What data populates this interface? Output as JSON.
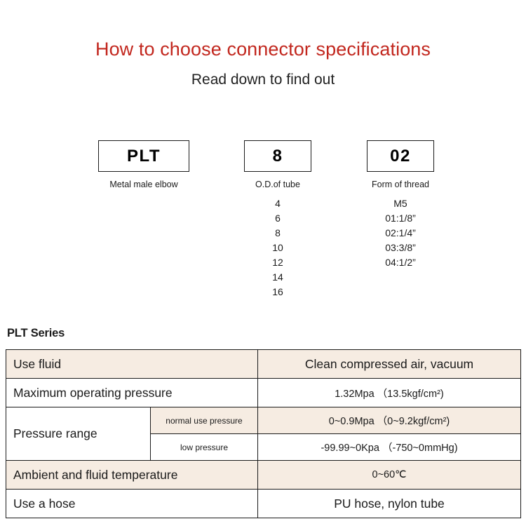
{
  "header": {
    "title": "How to choose connector specifications",
    "subtitle": "Read down to find out",
    "title_color": "#c2271e"
  },
  "code_builder": {
    "groups": [
      {
        "code": "PLT",
        "caption": "Metal male elbow",
        "options": []
      },
      {
        "code": "8",
        "caption": "O.D.of tube",
        "options": [
          "4",
          "6",
          "8",
          "10",
          "12",
          "14",
          "16"
        ]
      },
      {
        "code": "02",
        "caption": "Form of thread",
        "options": [
          "M5",
          "01:1/8”",
          "02:1/4”",
          "03:3/8”",
          "04:1/2”"
        ]
      }
    ]
  },
  "spec_section": {
    "heading": "PLT Series",
    "table": {
      "accent_color": "#f6ece2",
      "rows": [
        {
          "label": "Use fluid",
          "sub_label": null,
          "value": "Clean compressed air, vacuum",
          "shade": "beige"
        },
        {
          "label": "Maximum operating pressure",
          "sub_label": null,
          "value": "1.32Mpa （13.5kgf/cm²)",
          "shade": "white"
        },
        {
          "label": "Pressure range",
          "sub_label": "normal use pressure",
          "value": "0~0.9Mpa （0~9.2kgf/cm²)",
          "shade": "beige"
        },
        {
          "label": "",
          "sub_label": "low pressure",
          "value": "-99.99~0Kpa （-750~0mmHg)",
          "shade": "white"
        },
        {
          "label": "Ambient and fluid temperature",
          "sub_label": null,
          "value": "0~60℃",
          "shade": "beige"
        },
        {
          "label": "Use a hose",
          "sub_label": null,
          "value": "PU hose, nylon tube",
          "shade": "white"
        }
      ]
    }
  }
}
